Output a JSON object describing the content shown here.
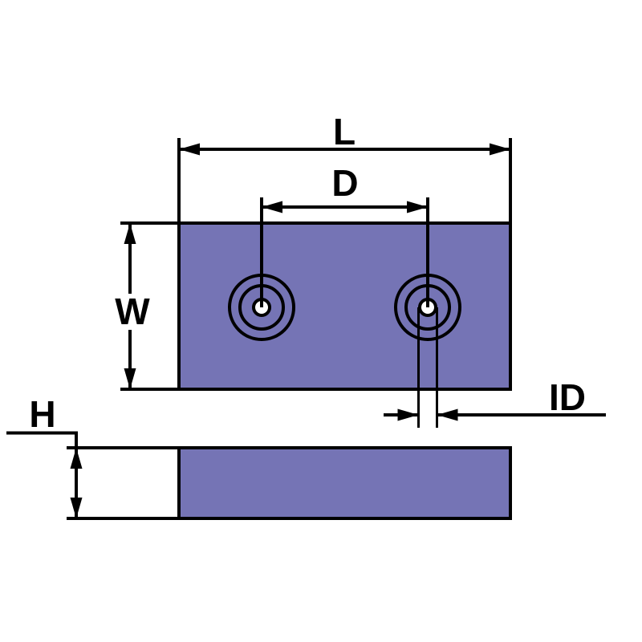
{
  "diagram": {
    "type": "technical-dimension-drawing",
    "colors": {
      "part_fill": "#7574b5",
      "outline": "#000000",
      "hole_fill": "#ffffff",
      "background": "#ffffff"
    },
    "views": {
      "top_view": {
        "hole_count": 2,
        "dimension_labels": {
          "length": "L",
          "hole_spacing": "D",
          "width": "W",
          "inner_diameter": "ID"
        }
      },
      "side_view": {
        "dimension_labels": {
          "height": "H"
        }
      }
    }
  }
}
